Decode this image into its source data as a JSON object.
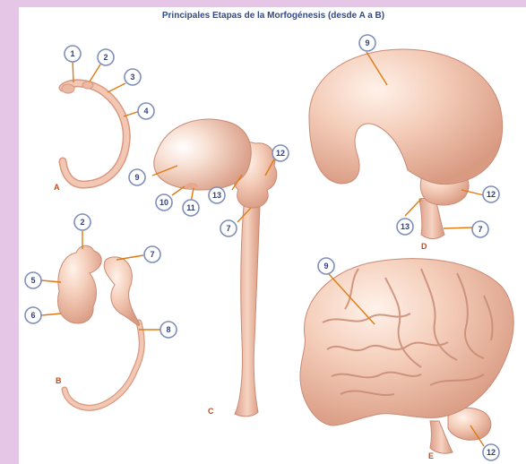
{
  "title": "Principales Etapas de la Morfogénesis (desde A a B)",
  "stages": [
    "A",
    "B",
    "C",
    "D",
    "E"
  ],
  "labels": [
    "1",
    "2",
    "3",
    "4",
    "2",
    "5",
    "6",
    "7",
    "8",
    "9",
    "10",
    "11",
    "13",
    "12",
    "7",
    "9",
    "12",
    "13",
    "7",
    "9",
    "12"
  ],
  "colors": {
    "background": "#e6c6e6",
    "tissue": "#f2c8b4",
    "tissue_shadow": "#d9987f",
    "arrow": "#e07a10",
    "badge_border": "#7f8fb8",
    "badge_text": "#2f3f7a",
    "title": "#2e4a8a",
    "stage_letter": "#c44a18"
  }
}
